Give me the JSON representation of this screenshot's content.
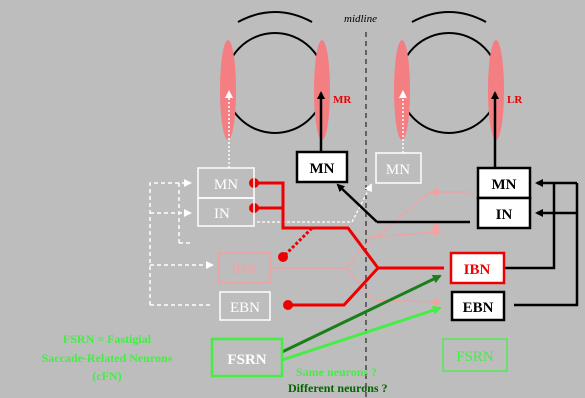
{
  "midline_label": "midline",
  "muscles": {
    "left_eye_mr": "MR",
    "right_eye_lr": "LR"
  },
  "boxes": {
    "mn_center_left": "MN",
    "mn_left_side": "MN",
    "in_left_side": "IN",
    "mn_right_faded": "MN",
    "mn_right_side": "MN",
    "in_right_side": "IN",
    "ibn_left": "IBN",
    "ibn_right": "IBN",
    "ebn_left": "EBN",
    "ebn_right": "EBN",
    "fsrn_left": "FSRN",
    "fsrn_right": "FSRN"
  },
  "legend": {
    "line1": "FSRN = Fastigial",
    "line2": "Saccade-Related Neurons",
    "line3": "(cFN)"
  },
  "question": {
    "line1": "Same neurons ?",
    "line2": "Different neurons ?"
  },
  "colors": {
    "background": "#bdbdbd",
    "muscle": "#f47f82",
    "red": "#ee0000",
    "pink": "#f6a0a0",
    "green_dark": "#1a7f1a",
    "green_light": "#44ee44",
    "black": "#000000",
    "white": "#ffffff"
  }
}
